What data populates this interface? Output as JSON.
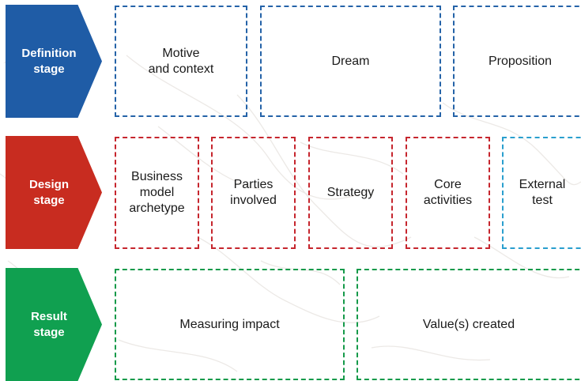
{
  "colors": {
    "definition": "#1f5ca6",
    "design": "#c82c20",
    "result": "#10a050",
    "blue_dash": "#2563a8",
    "red_dash": "#c6262e",
    "cyan_dash": "#2a9fce",
    "green_dash": "#159a4a"
  },
  "stages": {
    "definition": "Definition\nstage",
    "design": "Design\nstage",
    "result": "Result\nstage"
  },
  "definition_boxes": {
    "motive": "Motive\nand context",
    "dream": "Dream",
    "proposition": "Proposition"
  },
  "design_boxes": {
    "archetype": "Business\nmodel\narchetype",
    "parties": "Parties\ninvolved",
    "strategy": "Strategy",
    "core": "Core\nactivities",
    "external": "External\ntest"
  },
  "result_boxes": {
    "impact": "Measuring impact",
    "values": "Value(s) created"
  }
}
